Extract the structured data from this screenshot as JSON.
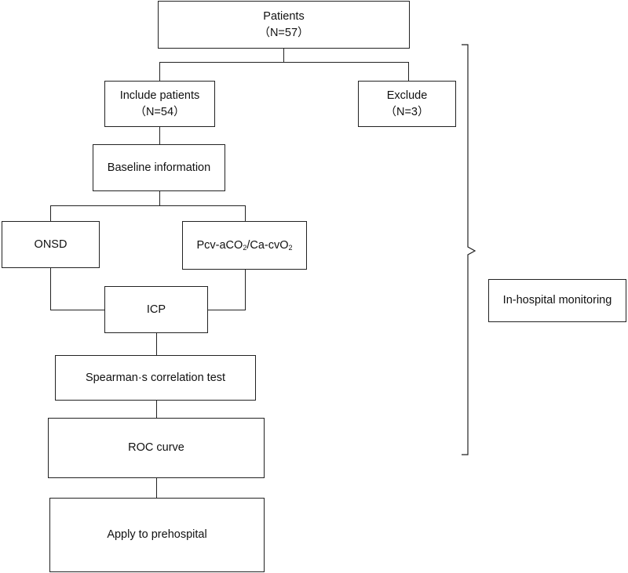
{
  "boxes": {
    "patients": {
      "title": "Patients",
      "count": "（N=57）"
    },
    "include": {
      "title": "Include patients",
      "count": "（N=54）"
    },
    "exclude": {
      "title": "Exclude",
      "count": "（N=3）"
    },
    "baseline": {
      "title": "Baseline information"
    },
    "onsd": {
      "title": "ONSD"
    },
    "pcv": {
      "part1": "Pcv-aCO",
      "sub1": "2",
      "part2": "/Ca-cvO",
      "sub2": "2"
    },
    "icp": {
      "title": "ICP"
    },
    "spearman": {
      "title": "Spearman·s correlation test"
    },
    "roc": {
      "title": "ROC curve"
    },
    "apply": {
      "title": "Apply to prehospital"
    },
    "inhospital": {
      "title": "In-hospital monitoring"
    }
  }
}
